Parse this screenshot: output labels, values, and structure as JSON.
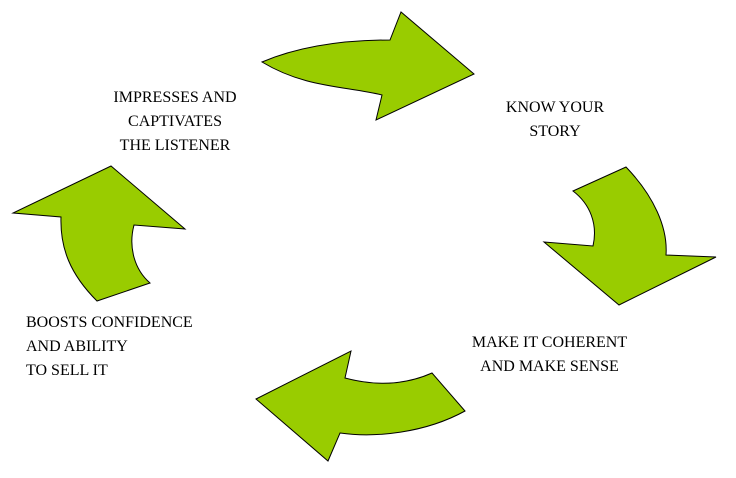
{
  "colors": {
    "arrow_fill": "#99cc00",
    "arrow_stroke": "#000000",
    "text": "#000000",
    "background": "#ffffff"
  },
  "labels": {
    "top": [
      "IMPRESSES AND",
      "CAPTIVATES",
      "THE LISTENER"
    ],
    "right": [
      "KNOW YOUR",
      "STORY"
    ],
    "bottom_right": [
      "MAKE IT COHERENT",
      "AND MAKE SENSE"
    ],
    "left": [
      "BOOSTS CONFIDENCE",
      "AND ABILITY",
      "TO SELL IT"
    ]
  }
}
